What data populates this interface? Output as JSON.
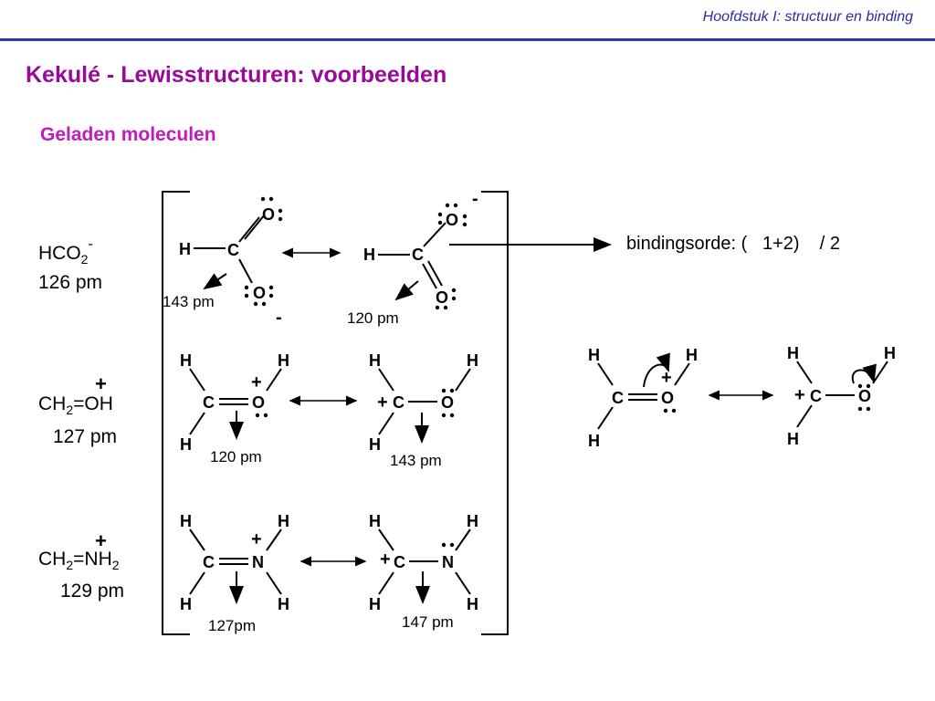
{
  "header": {
    "chapter": "Hoofdstuk I: structuur en binding"
  },
  "slide": {
    "title": "Kekulé - Lewisstructuren: voorbeelden",
    "subtitle": "Geladen moleculen"
  },
  "molecules": [
    {
      "formula_main": "HCO",
      "formula_sub": "2",
      "charge": "-",
      "distance": "126 pm"
    },
    {
      "formula_main": "CH",
      "formula_sub": "2",
      "formula_rest": "=OH",
      "charge": "+",
      "distance": "127 pm"
    },
    {
      "formula_main": "CH",
      "formula_sub": "2",
      "formula_rest": "=NH",
      "formula_sub2": "2",
      "charge": "+",
      "distance": "129 pm"
    }
  ],
  "structures": {
    "atoms": {
      "H": "H",
      "C": "C",
      "O": "O",
      "N": "N"
    },
    "charges": {
      "plus": "+",
      "minus": "-"
    },
    "bond_lengths": {
      "hco2_left": "143 pm",
      "hco2_right": "120 pm",
      "ch2oh_left": "120 pm",
      "ch2oh_right": "143 pm",
      "ch2nh2_left": "127pm",
      "ch2nh2_right": "147 pm"
    }
  },
  "bond_order": {
    "label": "bindingsorde: (   1+2)    / 2"
  }
}
